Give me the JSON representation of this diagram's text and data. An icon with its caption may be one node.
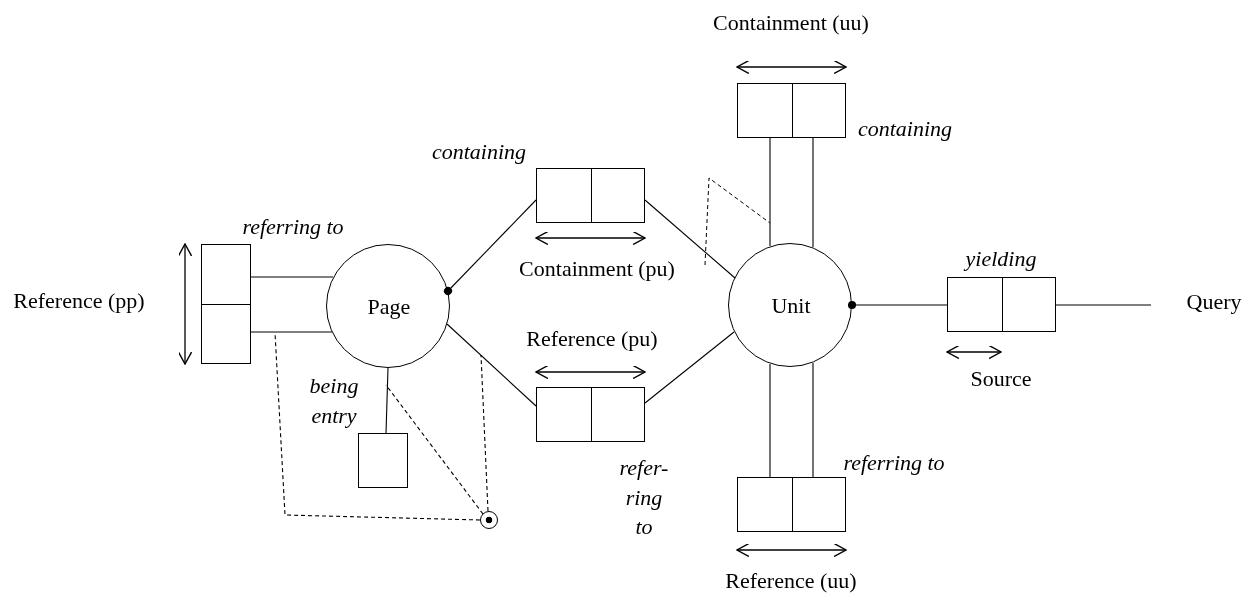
{
  "diagram": {
    "nodes": [
      {
        "text": [
          "Page"
        ]
      },
      {
        "text": [
          "Unit"
        ]
      },
      {
        "text": [
          "Query"
        ]
      },
      {
        "text": [
          "Reference (pp)"
        ],
        "beside": [
          "referring to"
        ]
      },
      {
        "text": [
          "Containment (pu)"
        ],
        "beside": [
          "containing"
        ]
      },
      {
        "text": [
          "Reference (pu)"
        ],
        "beside": [
          "refer- ring to"
        ]
      },
      {
        "text": [
          "Containment (uu)"
        ],
        "beside": [
          "containing"
        ]
      },
      {
        "text": [
          "Reference (uu)"
        ],
        "beside": [
          "referring to"
        ]
      },
      {
        "text": [
          "Source"
        ],
        "beside": [
          "yielding"
        ]
      },
      {
        "text": [],
        "shape": "box",
        "beside": [
          "being entry"
        ]
      },
      {
        "text": [],
        "shape": "circle"
      }
    ],
    "edges": [
      {
        "from": 3,
        "to": 0,
        "arrow": "none"
      },
      {
        "from": 3,
        "to": 0,
        "arrow": "none"
      },
      {
        "from": 0,
        "to": 4,
        "arrow": "other"
      },
      {
        "from": 4,
        "to": 1,
        "arrow": "none"
      },
      {
        "from": 0,
        "to": 5,
        "arrow": "none"
      },
      {
        "from": 5,
        "to": 1,
        "arrow": "none"
      },
      {
        "from": 6,
        "to": 1,
        "arrow": "none"
      },
      {
        "from": 6,
        "to": 1,
        "arrow": "none"
      },
      {
        "from": 1,
        "to": 7,
        "arrow": "none"
      },
      {
        "from": 1,
        "to": 7,
        "arrow": "none"
      },
      {
        "from": 1,
        "to": 8,
        "arrow": "other"
      },
      {
        "from": 8,
        "to": 2,
        "arrow": "none"
      },
      {
        "from": 0,
        "to": 9,
        "arrow": "none"
      },
      {
        "from": 10,
        "to": null,
        "arrow": "none",
        "style": "dashed"
      },
      {
        "from": 10,
        "to": null,
        "arrow": "none",
        "style": "dashed"
      },
      {
        "from": 10,
        "to": null,
        "arrow": "none",
        "style": "dashed"
      }
    ]
  }
}
